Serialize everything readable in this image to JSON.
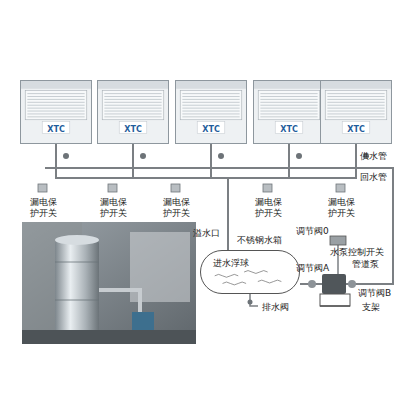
{
  "diagram": {
    "nodes": [
      {
        "text": [
          "XTC"
        ]
      },
      {
        "text": [
          "XTC"
        ]
      },
      {
        "text": [
          "XTC"
        ]
      },
      {
        "text": [
          "XTC"
        ]
      },
      {
        "text": [
          "XTC"
        ]
      },
      {
        "text": [
          "不锈钢水箱",
          "进水浮球"
        ]
      }
    ],
    "edges": [
      {
        "from": 5,
        "to": 0,
        "arrow": "none"
      },
      {
        "from": 5,
        "to": 1,
        "arrow": "none"
      },
      {
        "from": 5,
        "to": 2,
        "arrow": "none"
      },
      {
        "from": 5,
        "to": 3,
        "arrow": "none"
      },
      {
        "from": 5,
        "to": 4,
        "arrow": "none"
      }
    ],
    "labels": [
      "漏电保护开关",
      "漏电保护开关",
      "漏电保护开关",
      "漏电保护开关",
      "漏电保护开关",
      "供水管",
      "回水管",
      "溢水口",
      "调节阀0",
      "水泵控制开关",
      "管道泵",
      "调节阀A",
      "调节阀B",
      "支架",
      "排水阀"
    ]
  }
}
